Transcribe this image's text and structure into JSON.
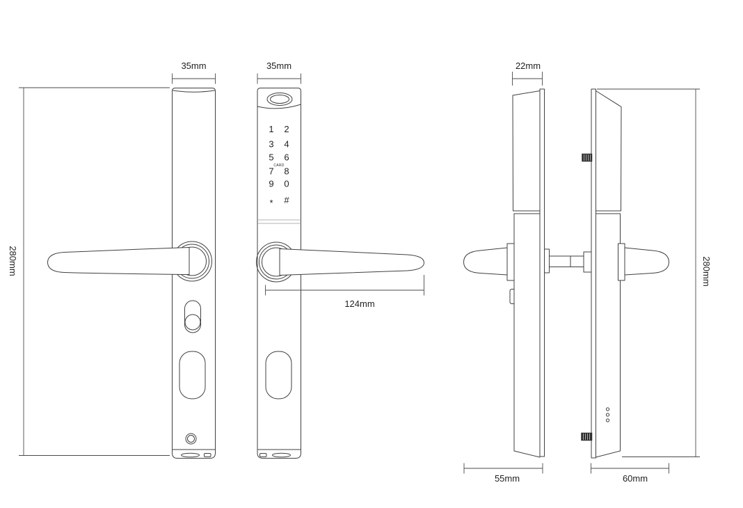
{
  "drawing": {
    "title": "smart-door-handle-technical-drawing",
    "dimensions": {
      "backplate_width": "35mm",
      "keypad_plate_width": "35mm",
      "side_thickness": "22mm",
      "handle_length": "124mm",
      "height_left": "280mm",
      "height_right": "280mm",
      "depth_left": "55mm",
      "depth_right": "60mm"
    },
    "keypad": {
      "rows": [
        [
          "1",
          "2"
        ],
        [
          "3",
          "4"
        ],
        [
          "5",
          "6"
        ],
        [
          "7",
          "8"
        ],
        [
          "9",
          "0"
        ],
        [
          "*",
          "#"
        ]
      ],
      "card_label": "CARD"
    },
    "colors": {
      "background": "#ffffff",
      "part_line": "#3f3f3f",
      "dimension_line": "#4a4a4a",
      "label_text": "#1f1f1f",
      "screw_fill": "#2e2e2e"
    }
  }
}
